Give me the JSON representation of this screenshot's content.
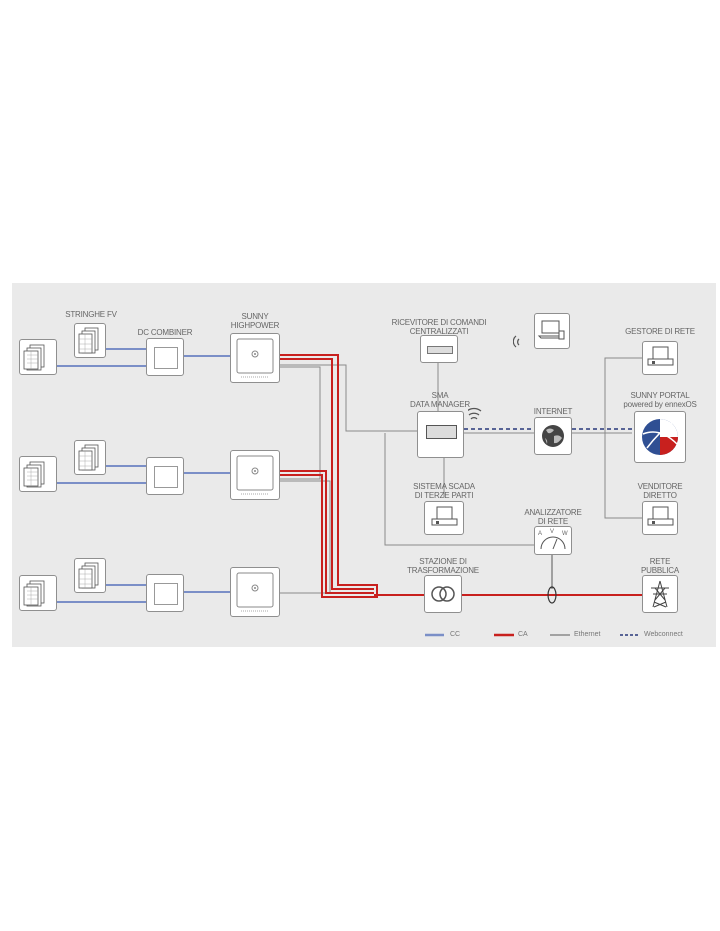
{
  "labels": {
    "pv_strings": "STRINGHE FV",
    "dc_combiner": "DC COMBINER",
    "sunny_highpower": "SUNNY\nHIGHPOWER",
    "ripple_receiver": "RICEVITORE DI COMANDI\nCENTRALIZZATI",
    "sma_data_manager": "SMA\nDATA MANAGER",
    "internet": "INTERNET",
    "grid_operator": "GESTORE DI RETE",
    "sunny_portal": "SUNNY PORTAL\npowered by ennexOS",
    "direct_marketer": "VENDITORE\nDIRETTO",
    "scada": "SISTEMA SCADA\nDI TERZE PARTI",
    "grid_analyzer": "ANALIZZATORE\nDI RETE",
    "transformer_station": "STAZIONE DI\nTRASFORMAZIONE",
    "public_grid": "RETE\nPUBBLICA"
  },
  "legend": {
    "cc": "CC",
    "ca": "CA",
    "ethernet": "Ethernet",
    "webconnect": "Webconnect"
  },
  "analyzer_dial": [
    "A",
    "V",
    "W"
  ],
  "colors": {
    "dc": "#7b8fc7",
    "ac": "#c8201e",
    "ethernet": "#8a8a8a",
    "webconnect": "#27377a",
    "panel_bg": "#eaeaea"
  }
}
